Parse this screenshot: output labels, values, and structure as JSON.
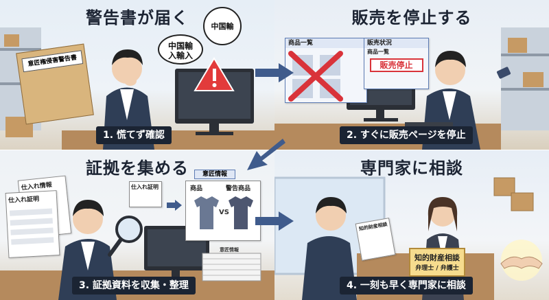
{
  "panels": {
    "warning": {
      "title": "警告書が届く",
      "caption": "1. 慌てず確認",
      "envelope_label": "意匠権侵害警告書",
      "bubble_left": "中国輸入輸入",
      "bubble_right": "中国輸"
    },
    "stop": {
      "title": "販売を停止する",
      "caption": "2. すぐに販売ページを停止",
      "screen_left_label": "商品一覧",
      "screen_right_label": "販売状況",
      "screen_right_sub": "商品一覧",
      "stop_badge": "販売停止"
    },
    "evidence": {
      "title": "証拠を集める",
      "caption": "3. 証拠資料を収集・整理",
      "doc_back": "仕入れ情報",
      "doc_front": "仕入れ証明",
      "doc_small": "仕入れ証明",
      "design_info": "意匠情報",
      "col_product": "商品",
      "col_warning": "警告商品",
      "vs": "VS",
      "stack_label": "意匠情報"
    },
    "consult": {
      "title": "専門家に相談",
      "caption": "4. 一刻も早く専門家に相談",
      "doc_label": "知的財産相談",
      "sign_line1": "知的財産相談",
      "sign_line2": "弁理士 / 弁護士"
    }
  },
  "colors": {
    "caption_bg": "#1b2433",
    "arrow": "#3f5b8c",
    "alert_red": "#e23b3b",
    "stop_red": "#d9333a"
  }
}
